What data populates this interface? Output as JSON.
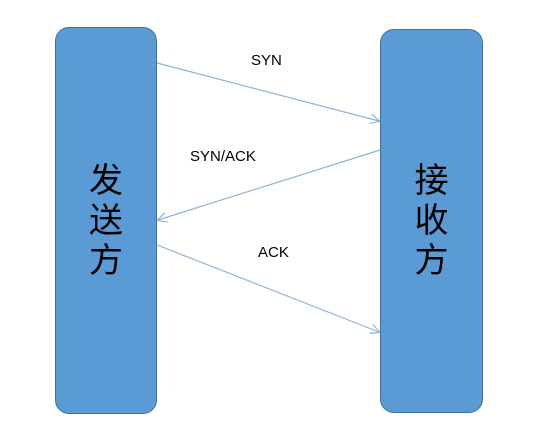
{
  "participants": {
    "sender": {
      "label": "发送方"
    },
    "receiver": {
      "label": "接收方"
    }
  },
  "messages": [
    {
      "label": "SYN",
      "from": "sender",
      "to": "receiver"
    },
    {
      "label": "SYN/ACK",
      "from": "receiver",
      "to": "sender"
    },
    {
      "label": "ACK",
      "from": "sender",
      "to": "receiver"
    }
  ],
  "colors": {
    "box_fill": "#5b9bd5",
    "box_border": "#41719c",
    "arrow": "#8fb4d9"
  }
}
